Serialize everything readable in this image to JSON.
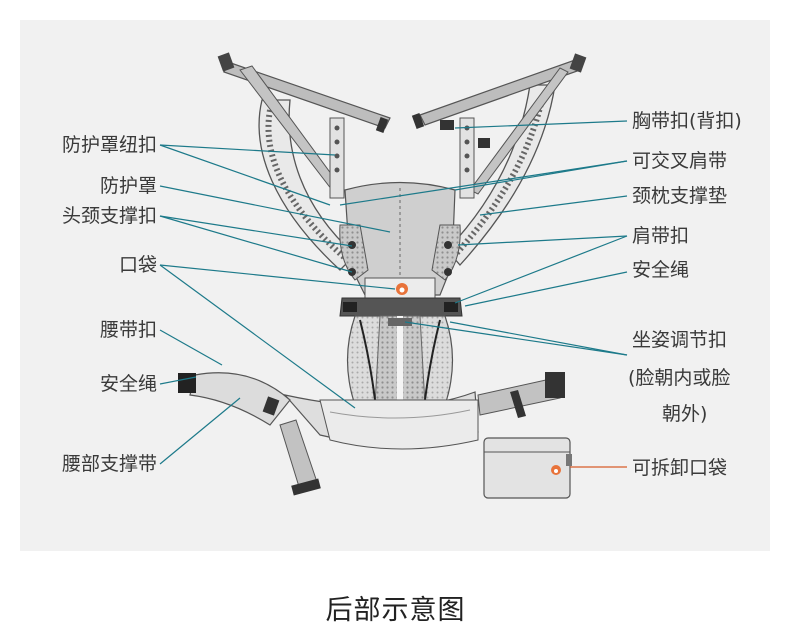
{
  "labels_left": [
    {
      "id": "cover-button",
      "text": "防护罩纽扣"
    },
    {
      "id": "cover",
      "text": "防护罩"
    },
    {
      "id": "head-support-buckle",
      "text": "头颈支撑扣"
    },
    {
      "id": "pocket",
      "text": "口袋"
    },
    {
      "id": "waist-buckle",
      "text": "腰带扣"
    },
    {
      "id": "safety-cord-left",
      "text": "安全绳"
    },
    {
      "id": "waist-belt",
      "text": "腰部支撑带"
    }
  ],
  "labels_right": [
    {
      "id": "chest-buckle",
      "text": "胸带扣(背扣)"
    },
    {
      "id": "cross-straps",
      "text": "可交叉肩带"
    },
    {
      "id": "neck-pillow",
      "text": "颈枕支撑垫"
    },
    {
      "id": "shoulder-buckle",
      "text": "肩带扣"
    },
    {
      "id": "safety-cord-right",
      "text": "安全绳"
    },
    {
      "id": "seat-adjust-line1",
      "text": "坐姿调节扣"
    },
    {
      "id": "seat-adjust-line2",
      "text": "(脸朝内或脸"
    },
    {
      "id": "seat-adjust-line3",
      "text": "朝外)"
    },
    {
      "id": "detachable-pocket",
      "text": "可拆卸口袋"
    }
  ],
  "caption": "后部示意图",
  "colors": {
    "leader": "#1d7a8a",
    "leader_pocket": "#d85c2a",
    "panel_bg": "#f1f1f1",
    "logo": "#e8733a"
  }
}
